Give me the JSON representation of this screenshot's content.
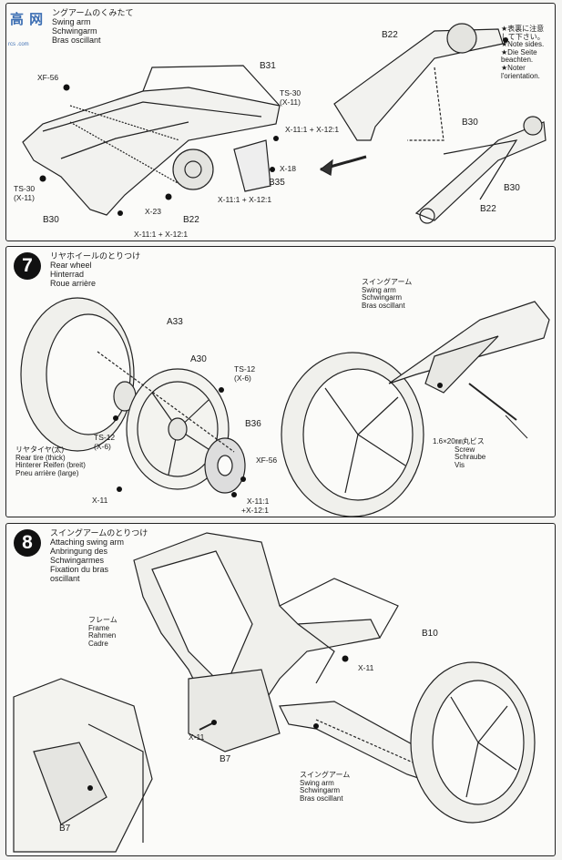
{
  "watermark": {
    "text": "高 网",
    "sub": "rcs .com"
  },
  "step6": {
    "title": [
      "ングアームのくみたて",
      "Swing arm",
      "Schwingarm",
      "Bras oscillant"
    ],
    "labels": {
      "xf56": "XF-56",
      "b31": "B31",
      "ts30_top": "TS-30",
      "ts30_top2": "(X-11)",
      "mix_top": "X-11:1 + X-12:1",
      "x18": "X-18",
      "b35": "B35",
      "ts30_left": "TS-30",
      "ts30_left2": "(X-11)",
      "b30_left": "B30",
      "x23": "X-23",
      "b22_center": "B22",
      "mix_center": "X-11:1 + X-12:1",
      "mix_bottom": "X-11:1 + X-12:1",
      "b22_top": "B22",
      "b30_right": "B30",
      "b30_right2": "B30",
      "b22_right": "B22"
    },
    "note": [
      "★表裏に注意",
      "して下さい。",
      "★Note sides.",
      "★Die Seite",
      "beachten.",
      "★Noter",
      "l'orientation."
    ]
  },
  "step7": {
    "number": "7",
    "title": [
      "リヤホイールのとりつけ",
      "Rear wheel",
      "Hinterrad",
      "Roue arrière"
    ],
    "labels": {
      "a33": "A33",
      "a30": "A30",
      "ts12_a": "TS-12",
      "ts12_a2": "(X-6)",
      "ts12_b": "TS-12",
      "ts12_b2": "(X-6)",
      "b36": "B36",
      "xf56": "XF-56",
      "x11": "X-11",
      "mix": "X-11:1",
      "mix2": "+X-12:1"
    },
    "tire": [
      "リヤタイヤ(太)",
      "Rear tire (thick)",
      "Hinterer Reifen (breit)",
      "Pneu arrière (large)"
    ],
    "swingarm": [
      "スイングアーム",
      "Swing arm",
      "Schwingarm",
      "Bras oscillant"
    ],
    "screw": [
      "1.6×20㎜丸ビス",
      "Screw",
      "Schraube",
      "Vis"
    ]
  },
  "step8": {
    "number": "8",
    "title": [
      "スイングアームのとりつけ",
      "Attaching swing arm",
      "Anbringung des",
      "Schwingarmes",
      "Fixation du bras",
      "oscillant"
    ],
    "frame": [
      "フレーム",
      "Frame",
      "Rahmen",
      "Cadre"
    ],
    "labels": {
      "b10": "B10",
      "x11_right": "X-11",
      "x11_left": "X-11",
      "b7": "B7",
      "b7_bottom": "B7"
    },
    "swingarm": [
      "スイングアーム",
      "Swing arm",
      "Schwingarm",
      "Bras oscillant"
    ]
  }
}
